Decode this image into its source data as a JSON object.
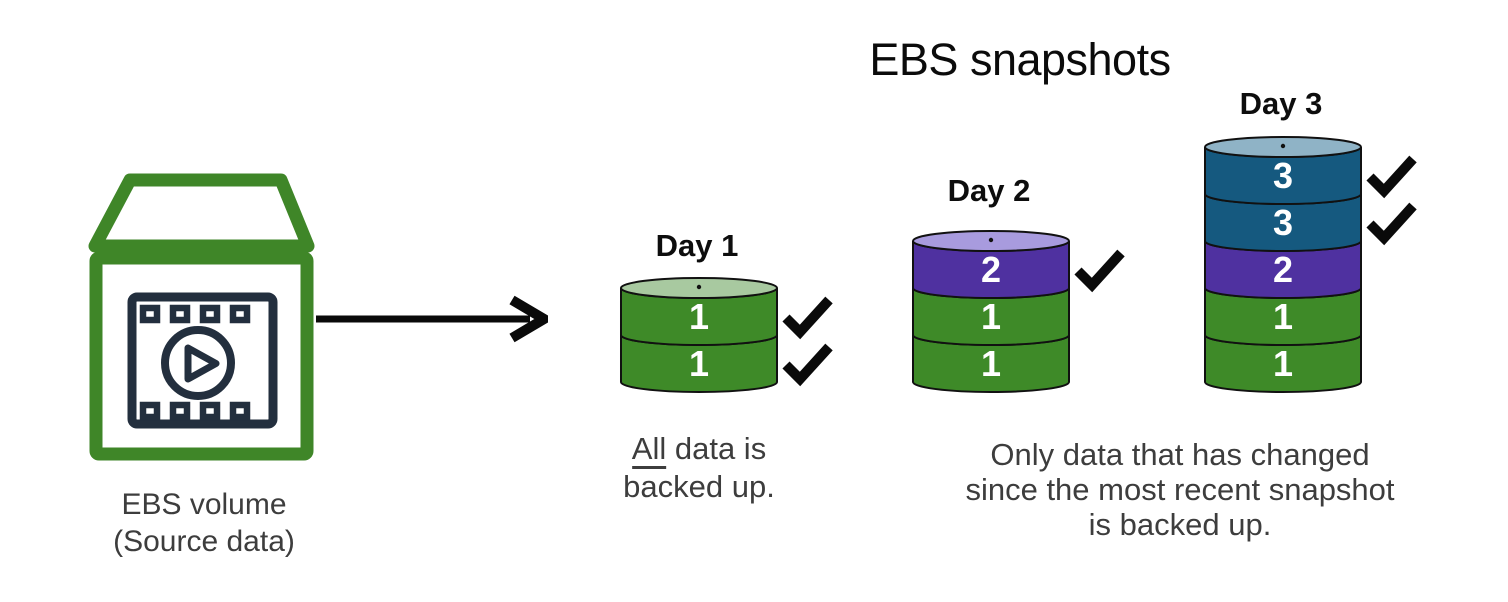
{
  "title": "EBS snapshots",
  "colors": {
    "green": "#3E8A28",
    "green_light": "#A8C9A0",
    "purple": "#4F31A0",
    "purple_light": "#A89BDE",
    "teal": "#15597F",
    "teal_light": "#8FB3C6",
    "outline": "#111111",
    "icon_green": "#3F8628",
    "icon_navy": "#232F3E",
    "check_black": "#0A0A0A",
    "text_dark": "#3D3D3D"
  },
  "source": {
    "caption_line1": "EBS volume",
    "caption_line2": "(Source data)"
  },
  "days": [
    {
      "label": "Day 1",
      "top_color": "green_light",
      "segments": [
        {
          "value": "1",
          "color": "green",
          "checked": true
        },
        {
          "value": "1",
          "color": "green",
          "checked": true
        }
      ]
    },
    {
      "label": "Day 2",
      "top_color": "purple_light",
      "segments": [
        {
          "value": "2",
          "color": "purple",
          "checked": true
        },
        {
          "value": "1",
          "color": "green",
          "checked": false
        },
        {
          "value": "1",
          "color": "green",
          "checked": false
        }
      ]
    },
    {
      "label": "Day 3",
      "top_color": "teal_light",
      "segments": [
        {
          "value": "3",
          "color": "teal",
          "checked": true
        },
        {
          "value": "3",
          "color": "teal",
          "checked": true
        },
        {
          "value": "2",
          "color": "purple",
          "checked": false
        },
        {
          "value": "1",
          "color": "green",
          "checked": false
        },
        {
          "value": "1",
          "color": "green",
          "checked": false
        }
      ]
    }
  ],
  "captions": {
    "day1_underlined": "All",
    "day1_line1_rest": " data is",
    "day1_line2": "backed up.",
    "incremental_line1": "Only data that has changed",
    "incremental_line2": "since the most recent snapshot",
    "incremental_line3": "is backed up."
  }
}
